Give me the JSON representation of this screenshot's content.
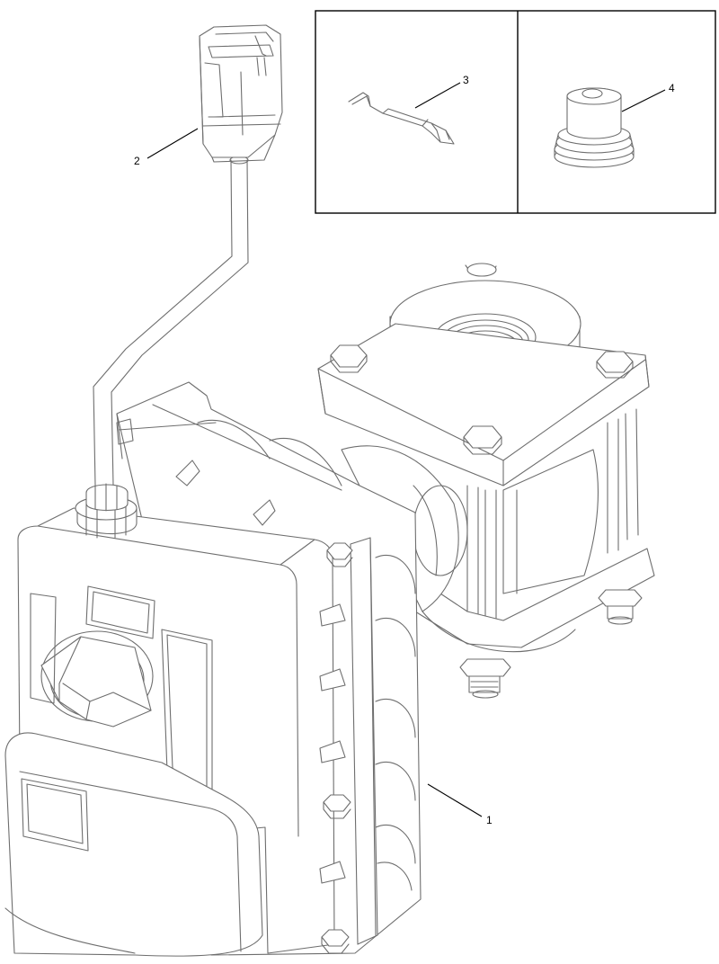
{
  "callouts": {
    "c1": "1",
    "c2": "2",
    "c3": "3",
    "c4": "4"
  },
  "colors": {
    "line": "#6e6e6e",
    "leader": "#000000",
    "background": "#ffffff"
  }
}
